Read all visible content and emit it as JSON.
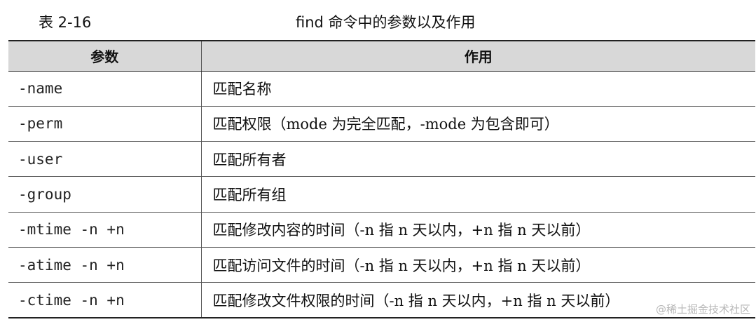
{
  "caption": {
    "label": "表 2-16",
    "title": "find 命令中的参数以及作用"
  },
  "table": {
    "headers": [
      "参数",
      "作用"
    ],
    "rows": [
      {
        "param": "-name",
        "desc": "匹配名称"
      },
      {
        "param": "-perm",
        "desc": "匹配权限（mode 为完全匹配，-mode 为包含即可）"
      },
      {
        "param": "-user",
        "desc": "匹配所有者"
      },
      {
        "param": "-group",
        "desc": "匹配所有组"
      },
      {
        "param": "-mtime -n +n",
        "desc": "匹配修改内容的时间（-n 指 n 天以内，+n 指 n 天以前）"
      },
      {
        "param": "-atime -n +n",
        "desc": "匹配访问文件的时间（-n 指 n 天以内，+n 指 n 天以前）"
      },
      {
        "param": "-ctime -n +n",
        "desc": "匹配修改文件权限的时间（-n 指 n 天以内，+n 指 n 天以前）"
      }
    ]
  },
  "watermark": "@稀土掘金技术社区"
}
